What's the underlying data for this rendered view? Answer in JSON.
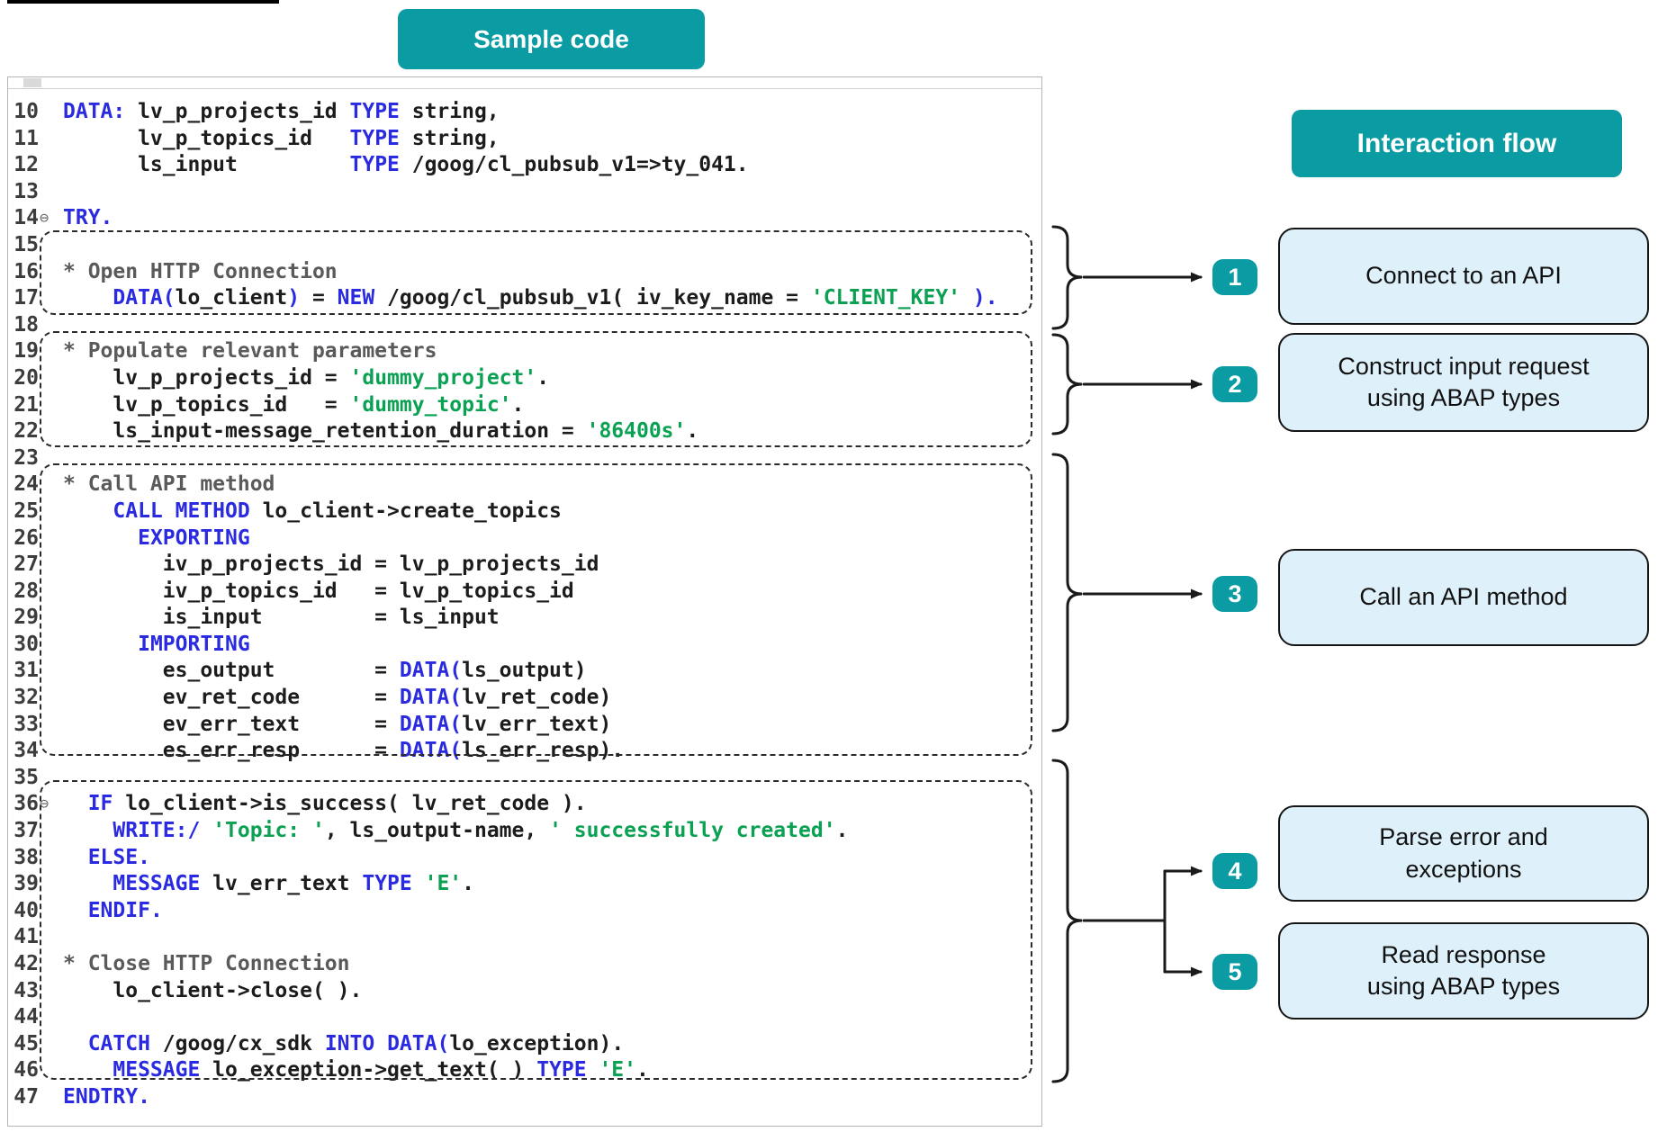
{
  "page": {
    "sample_code_label": "Sample code",
    "interaction_flow_label": "Interaction flow"
  },
  "colors": {
    "teal": "#0a9ba3",
    "flow-box-bg": "#def1fb",
    "keyword": "#2a2ae0",
    "string": "#0aa153",
    "comment": "#5a5a5a",
    "code-text": "#1c1c1c"
  },
  "code": {
    "fold_glyph": "⊖",
    "lines": [
      {
        "num": "10",
        "seg": [
          {
            "c": "k",
            "t": "DATA:"
          },
          {
            "c": "t",
            "t": " lv_p_projects_id "
          },
          {
            "c": "k",
            "t": "TYPE"
          },
          {
            "c": "t",
            "t": " string,"
          }
        ]
      },
      {
        "num": "11",
        "seg": [
          {
            "c": "t",
            "t": "      lv_p_topics_id   "
          },
          {
            "c": "k",
            "t": "TYPE"
          },
          {
            "c": "t",
            "t": " string,"
          }
        ]
      },
      {
        "num": "12",
        "seg": [
          {
            "c": "t",
            "t": "      ls_input         "
          },
          {
            "c": "k",
            "t": "TYPE"
          },
          {
            "c": "t",
            "t": " /goog/cl_pubsub_v1=>ty_041."
          }
        ]
      },
      {
        "num": "13",
        "seg": []
      },
      {
        "num": "14",
        "fold": true,
        "seg": [
          {
            "c": "k",
            "t": "TRY."
          }
        ]
      },
      {
        "num": "15",
        "seg": []
      },
      {
        "num": "16",
        "seg": [
          {
            "c": "c",
            "t": "* Open HTTP Connection"
          }
        ]
      },
      {
        "num": "17",
        "seg": [
          {
            "c": "t",
            "t": "    "
          },
          {
            "c": "k",
            "t": "DATA("
          },
          {
            "c": "t",
            "t": "lo_client"
          },
          {
            "c": "k",
            "t": ")"
          },
          {
            "c": "t",
            "t": " = "
          },
          {
            "c": "k",
            "t": "NEW"
          },
          {
            "c": "t",
            "t": " /goog/cl_pubsub_v1( iv_key_name = "
          },
          {
            "c": "s",
            "t": "'CLIENT_KEY'"
          },
          {
            "c": "k",
            "t": " )."
          }
        ]
      },
      {
        "num": "18",
        "seg": []
      },
      {
        "num": "19",
        "seg": [
          {
            "c": "c",
            "t": "* Populate relevant parameters"
          }
        ]
      },
      {
        "num": "20",
        "seg": [
          {
            "c": "t",
            "t": "    lv_p_projects_id = "
          },
          {
            "c": "s",
            "t": "'dummy_project'"
          },
          {
            "c": "t",
            "t": "."
          }
        ]
      },
      {
        "num": "21",
        "seg": [
          {
            "c": "t",
            "t": "    lv_p_topics_id   = "
          },
          {
            "c": "s",
            "t": "'dummy_topic'"
          },
          {
            "c": "t",
            "t": "."
          }
        ]
      },
      {
        "num": "22",
        "seg": [
          {
            "c": "t",
            "t": "    ls_input-message_retention_duration = "
          },
          {
            "c": "s",
            "t": "'86400s'"
          },
          {
            "c": "t",
            "t": "."
          }
        ]
      },
      {
        "num": "23",
        "seg": []
      },
      {
        "num": "24",
        "seg": [
          {
            "c": "c",
            "t": "* Call API method"
          }
        ]
      },
      {
        "num": "25",
        "seg": [
          {
            "c": "t",
            "t": "    "
          },
          {
            "c": "k",
            "t": "CALL METHOD"
          },
          {
            "c": "t",
            "t": " lo_client->create_topics"
          }
        ]
      },
      {
        "num": "26",
        "seg": [
          {
            "c": "t",
            "t": "      "
          },
          {
            "c": "k",
            "t": "EXPORTING"
          }
        ]
      },
      {
        "num": "27",
        "seg": [
          {
            "c": "t",
            "t": "        iv_p_projects_id = lv_p_projects_id"
          }
        ]
      },
      {
        "num": "28",
        "seg": [
          {
            "c": "t",
            "t": "        iv_p_topics_id   = lv_p_topics_id"
          }
        ]
      },
      {
        "num": "29",
        "seg": [
          {
            "c": "t",
            "t": "        is_input         = ls_input"
          }
        ]
      },
      {
        "num": "30",
        "seg": [
          {
            "c": "t",
            "t": "      "
          },
          {
            "c": "k",
            "t": "IMPORTING"
          }
        ]
      },
      {
        "num": "31",
        "seg": [
          {
            "c": "t",
            "t": "        es_output        = "
          },
          {
            "c": "k",
            "t": "DATA("
          },
          {
            "c": "t",
            "t": "ls_output)"
          }
        ]
      },
      {
        "num": "32",
        "seg": [
          {
            "c": "t",
            "t": "        ev_ret_code      = "
          },
          {
            "c": "k",
            "t": "DATA("
          },
          {
            "c": "t",
            "t": "lv_ret_code)"
          }
        ]
      },
      {
        "num": "33",
        "seg": [
          {
            "c": "t",
            "t": "        ev_err_text      = "
          },
          {
            "c": "k",
            "t": "DATA("
          },
          {
            "c": "t",
            "t": "lv_err_text)"
          }
        ]
      },
      {
        "num": "34",
        "seg": [
          {
            "c": "t",
            "t": "        es_err_resp      = "
          },
          {
            "c": "k",
            "t": "DATA("
          },
          {
            "c": "t",
            "t": "ls_err_resp)."
          }
        ]
      },
      {
        "num": "35",
        "seg": []
      },
      {
        "num": "36",
        "fold": true,
        "seg": [
          {
            "c": "t",
            "t": "  "
          },
          {
            "c": "k",
            "t": "IF"
          },
          {
            "c": "t",
            "t": " lo_client->is_success( lv_ret_code )."
          }
        ]
      },
      {
        "num": "37",
        "seg": [
          {
            "c": "t",
            "t": "    "
          },
          {
            "c": "k",
            "t": "WRITE:/"
          },
          {
            "c": "t",
            "t": " "
          },
          {
            "c": "s",
            "t": "'Topic: '"
          },
          {
            "c": "t",
            "t": ", ls_output-name, "
          },
          {
            "c": "s",
            "t": "' successfully created'"
          },
          {
            "c": "t",
            "t": "."
          }
        ]
      },
      {
        "num": "38",
        "seg": [
          {
            "c": "t",
            "t": "  "
          },
          {
            "c": "k",
            "t": "ELSE."
          }
        ]
      },
      {
        "num": "39",
        "seg": [
          {
            "c": "t",
            "t": "    "
          },
          {
            "c": "k",
            "t": "MESSAGE"
          },
          {
            "c": "t",
            "t": " lv_err_text "
          },
          {
            "c": "k",
            "t": "TYPE"
          },
          {
            "c": "t",
            "t": " "
          },
          {
            "c": "s",
            "t": "'E'"
          },
          {
            "c": "t",
            "t": "."
          }
        ]
      },
      {
        "num": "40",
        "seg": [
          {
            "c": "t",
            "t": "  "
          },
          {
            "c": "k",
            "t": "ENDIF."
          }
        ]
      },
      {
        "num": "41",
        "seg": []
      },
      {
        "num": "42",
        "seg": [
          {
            "c": "c",
            "t": "* Close HTTP Connection"
          }
        ]
      },
      {
        "num": "43",
        "seg": [
          {
            "c": "t",
            "t": "    lo_client->close( )."
          }
        ]
      },
      {
        "num": "44",
        "seg": []
      },
      {
        "num": "45",
        "seg": [
          {
            "c": "t",
            "t": "  "
          },
          {
            "c": "k",
            "t": "CATCH"
          },
          {
            "c": "t",
            "t": " /goog/cx_sdk "
          },
          {
            "c": "k",
            "t": "INTO"
          },
          {
            "c": "t",
            "t": " "
          },
          {
            "c": "k",
            "t": "DATA("
          },
          {
            "c": "t",
            "t": "lo_exception)."
          }
        ]
      },
      {
        "num": "46",
        "seg": [
          {
            "c": "t",
            "t": "    "
          },
          {
            "c": "k",
            "t": "MESSAGE"
          },
          {
            "c": "t",
            "t": " lo_exception->get_text( ) "
          },
          {
            "c": "k",
            "t": "TYPE"
          },
          {
            "c": "t",
            "t": " "
          },
          {
            "c": "s",
            "t": "'E'"
          },
          {
            "c": "t",
            "t": "."
          }
        ]
      },
      {
        "num": "47",
        "seg": [
          {
            "c": "k",
            "t": "ENDTRY."
          }
        ]
      }
    ]
  },
  "flow": {
    "steps": [
      {
        "num": "1",
        "label_lines": [
          "Connect to an API"
        ]
      },
      {
        "num": "2",
        "label_lines": [
          "Construct input request",
          "using ABAP types"
        ]
      },
      {
        "num": "3",
        "label_lines": [
          "Call an API method"
        ]
      },
      {
        "num": "4",
        "label_lines": [
          "Parse error and",
          "exceptions"
        ]
      },
      {
        "num": "5",
        "label_lines": [
          "Read response",
          "using ABAP types"
        ]
      }
    ]
  }
}
